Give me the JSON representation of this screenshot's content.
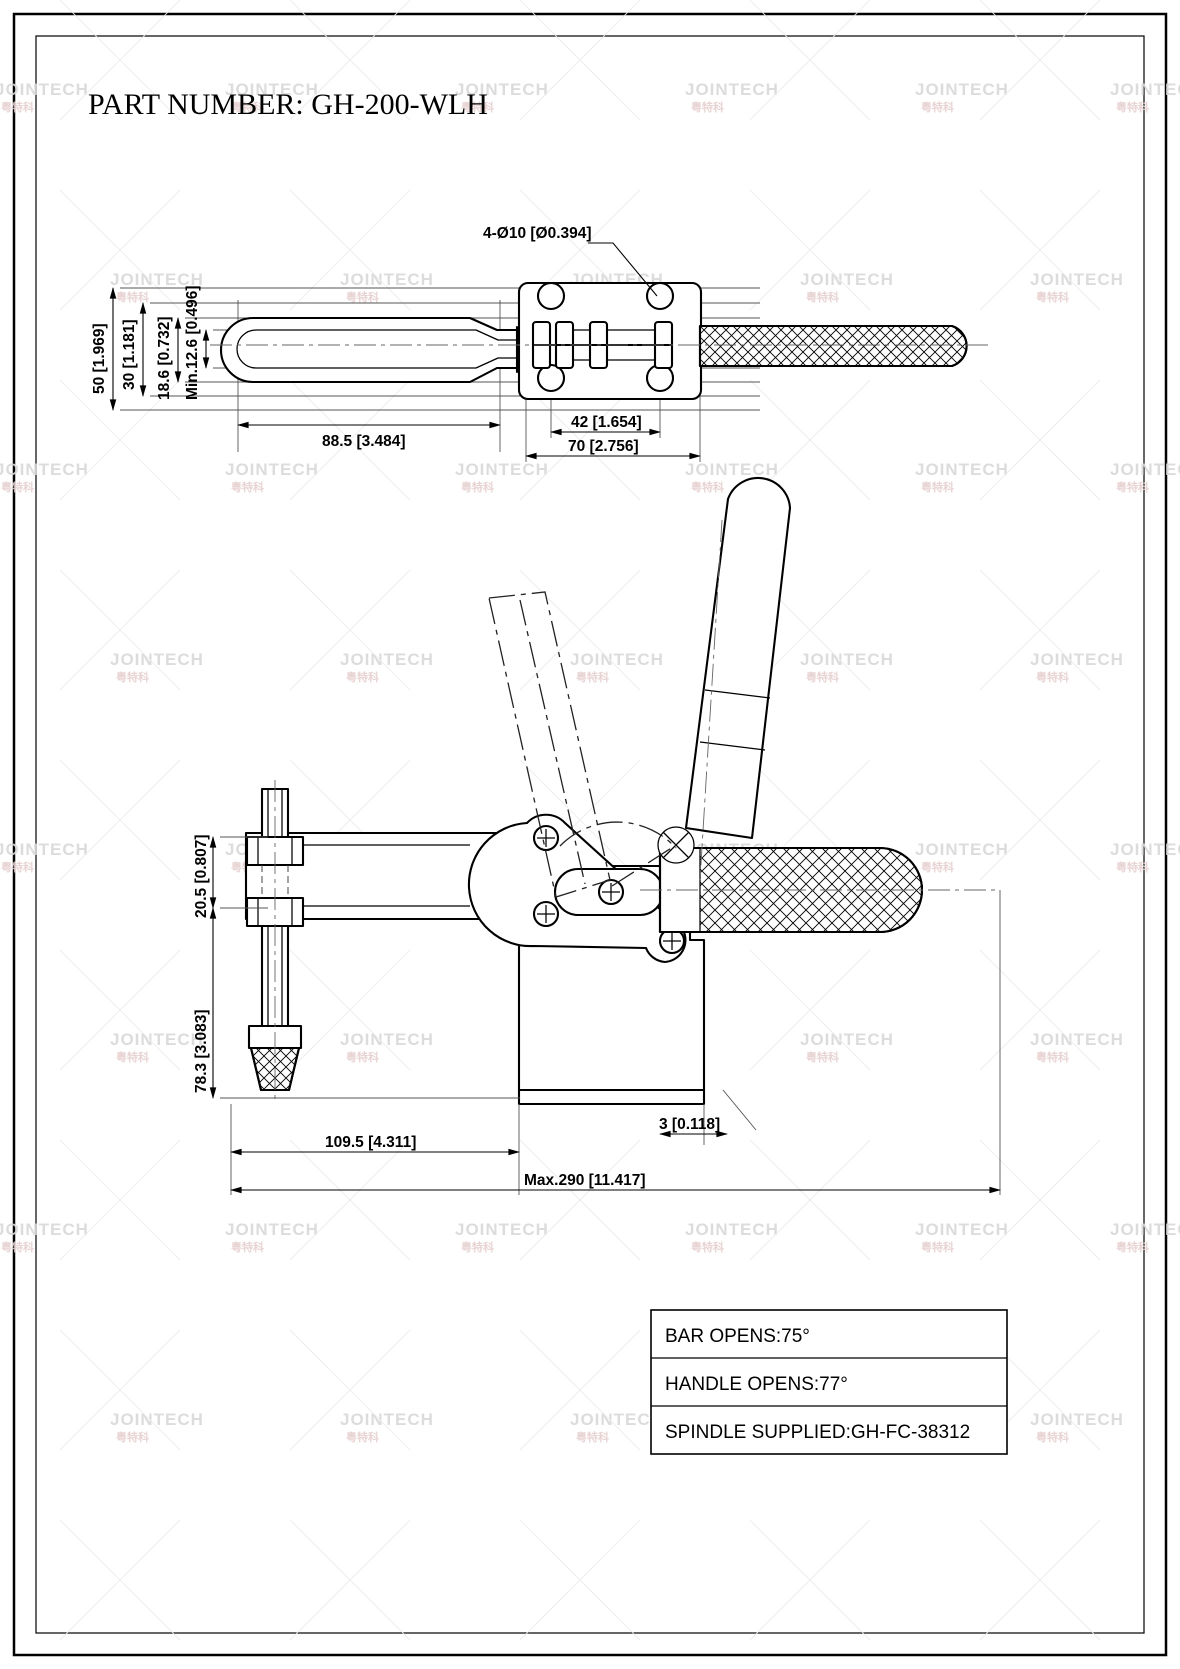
{
  "document": {
    "title_label": "PART NUMBER:",
    "part_number": "GH-200-WLH",
    "title_full": "PART NUMBER:  GH-200-WLH"
  },
  "watermark": {
    "text": "JOINTECH",
    "subtext": "粤特科"
  },
  "top_view": {
    "hole_callout": "4-Ø10 [Ø0.394]",
    "dimensions": {
      "overall_height": "50 [1.969]",
      "plate_height": "30 [1.181]",
      "inner_height": "18.6 [0.732]",
      "min_height": "Min.12.6 [0.496]",
      "bar_length": "88.5 [3.484]",
      "hole_spacing": "42 [1.654]",
      "base_width": "70 [2.756]"
    }
  },
  "side_view": {
    "dimensions": {
      "spindle_upper": "20.5 [0.807]",
      "spindle_lower": "78.3 [3.083]",
      "bar_reach": "109.5 [4.311]",
      "base_thickness": "3 [0.118]",
      "max_overall": "Max.290 [11.417]"
    }
  },
  "spec_table": {
    "rows": [
      {
        "label": "BAR OPENS:75°"
      },
      {
        "label": "HANDLE OPENS:77°"
      },
      {
        "label": "SPINDLE SUPPLIED:GH-FC-38312"
      }
    ]
  },
  "colors": {
    "line": "#000000",
    "dimension": "#000000",
    "center": "#666666",
    "watermark": "#d8d8d8",
    "background": "#ffffff"
  }
}
